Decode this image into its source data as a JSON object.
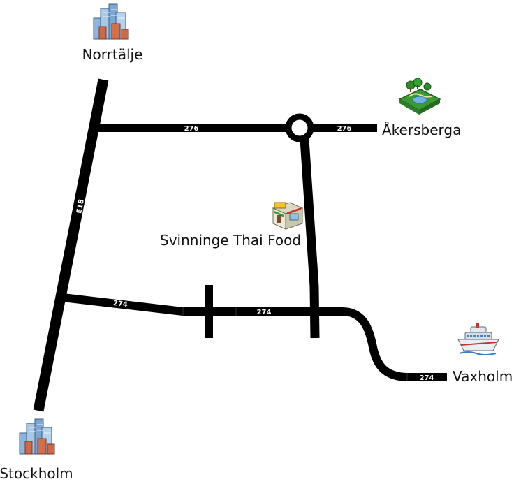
{
  "places": {
    "norrtalje": "Norrtälje",
    "akersberga": "Åkersberga",
    "restaurant": "Svinninge Thai Food",
    "stockholm": "Stockholm",
    "vaxholm": "Vaxholm"
  },
  "roads": {
    "e18": "E18",
    "r276_west": "276",
    "r276_east": "276",
    "r274_west": "274",
    "r274_mid": "274",
    "r274_east": "274"
  },
  "icons": {
    "norrtalje": "city-icon",
    "stockholm": "city-icon",
    "akersberga": "park-icon",
    "restaurant": "restaurant-icon",
    "vaxholm": "ferry-icon"
  },
  "colors": {
    "road": "#000000",
    "road_label": "#ffffff",
    "text": "#111111",
    "background": "#ffffff"
  }
}
